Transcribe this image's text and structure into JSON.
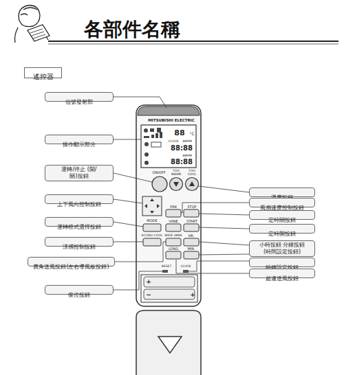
{
  "diagram": {
    "title": "各部件名稱",
    "nodes": [
      {
        "text": [
          "遙控器"
        ]
      },
      {
        "text": [
          "信號發射部"
        ]
      },
      {
        "text": [
          "操作顯示部分"
        ]
      },
      {
        "text": [
          "運轉/停止 (開/關)按鈕"
        ]
      },
      {
        "text": [
          "溫度按鈕"
        ]
      },
      {
        "text": [
          "上下風向控制按鈕"
        ]
      },
      {
        "text": [
          "風扇速度控制按鈕"
        ]
      },
      {
        "text": [
          "定時關按鈕"
        ]
      },
      {
        "text": [
          "運轉模式選擇按鈕"
        ]
      },
      {
        "text": [
          "定時開按鈕"
        ]
      },
      {
        "text": [
          "涼感控制按鈕"
        ]
      },
      {
        "text": [
          "小時按鈕 分鐘按鈕 (時間設定按鈕)"
        ]
      },
      {
        "text": [
          "廣角送風按鈕(左右導風板按鈕)"
        ]
      },
      {
        "text": [
          "時鐘設定按鈕"
        ]
      },
      {
        "text": [
          "超遠送風按鈕"
        ]
      },
      {
        "text": [
          "復位按鈕"
        ]
      }
    ],
    "edges": [],
    "labels": [
      "MITSUBISHI ELECTRIC",
      "88",
      "°C",
      "CLOCK",
      "AMPM",
      "88:88",
      "AMPM",
      "88:88",
      "ON/OFF",
      "TOO WARM",
      "TOO COOL",
      "FAN",
      "STOP",
      "MODE",
      "VANE",
      "START",
      "ECONO COOL",
      "WIDE VANE",
      "HR.",
      "LONG",
      "MIN.",
      "RESET",
      "CLOCK",
      "+",
      "−",
      "+"
    ]
  }
}
